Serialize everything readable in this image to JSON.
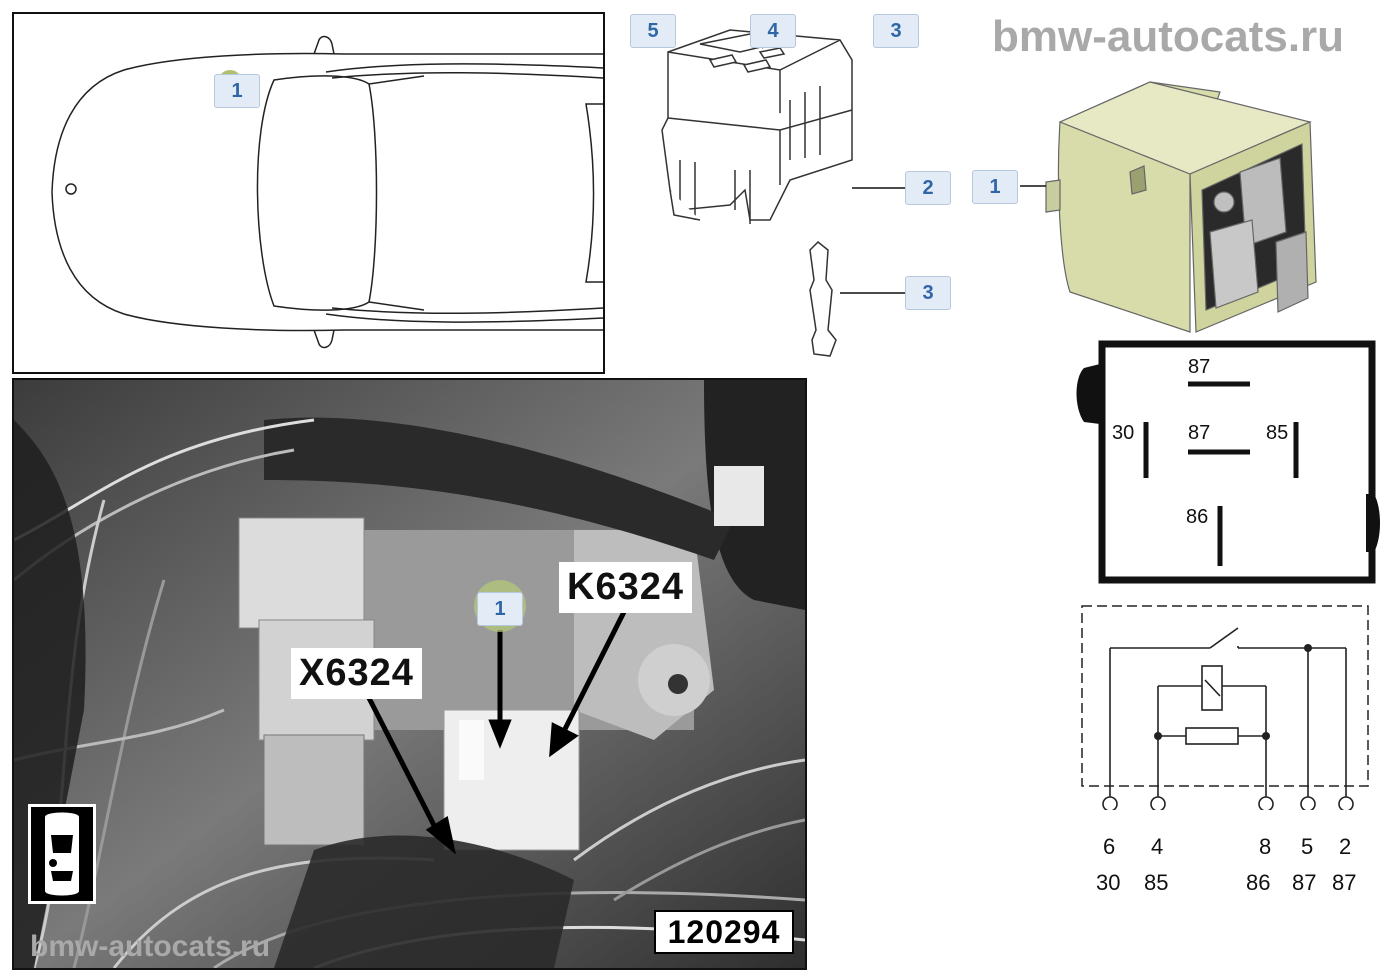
{
  "watermark_top": "bmw-autocats.ru",
  "watermark_bottom": "bmw-autocats.ru",
  "car_overview": {
    "callout": "1"
  },
  "socket_callouts": {
    "top_left": "5",
    "top_mid": "4",
    "top_right": "3",
    "side": "2",
    "terminal": "3"
  },
  "relay_callout": "1",
  "photo": {
    "label_x": "X6324",
    "label_k": "K6324",
    "callout": "1",
    "image_number": "120294"
  },
  "relay_pinout": {
    "top": "87",
    "left": "30",
    "center": "87",
    "right": "85",
    "bottom": "86"
  },
  "schematic": {
    "pins": [
      {
        "num": "6",
        "term": "30"
      },
      {
        "num": "4",
        "term": "85"
      },
      {
        "num": "8",
        "term": "86"
      },
      {
        "num": "5",
        "term": "87"
      },
      {
        "num": "2",
        "term": "87"
      }
    ]
  },
  "colors": {
    "callout_text": "#2f66a6",
    "callout_bg": "#e3ecf6",
    "relay_body": "#dfe3b8"
  }
}
